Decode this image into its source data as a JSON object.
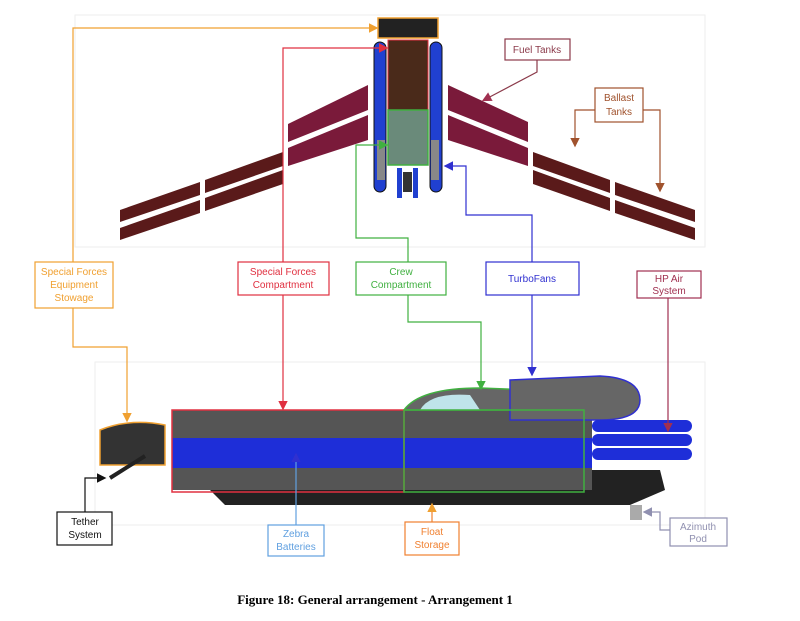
{
  "labels": {
    "fuel_tanks": {
      "lines": [
        "Fuel Tanks"
      ],
      "color": "#8b3a4a"
    },
    "ballast_tanks": {
      "lines": [
        "Ballast",
        "Tanks"
      ],
      "color": "#a0522d"
    },
    "sf_equipment_stowage": {
      "lines": [
        "Special Forces",
        "Equipment",
        "Stowage"
      ],
      "color": "#f0a030"
    },
    "sf_compartment": {
      "lines": [
        "Special Forces",
        "Compartment"
      ],
      "color": "#e03040"
    },
    "crew_compartment": {
      "lines": [
        "Crew",
        "Compartment"
      ],
      "color": "#40b040"
    },
    "turbofans": {
      "lines": [
        "TurboFans"
      ],
      "color": "#3030d0"
    },
    "hp_air_system": {
      "lines": [
        "HP Air",
        "System"
      ],
      "color": "#a03050"
    },
    "tether_system": {
      "lines": [
        "Tether",
        "System"
      ],
      "color": "#111111"
    },
    "zebra_batteries": {
      "lines": [
        "Zebra",
        "Batteries"
      ],
      "color": "#60a0e0"
    },
    "float_storage": {
      "lines": [
        "Float",
        "Storage"
      ],
      "color": "#f08030"
    },
    "azimuth_pod": {
      "lines": [
        "Azimuth",
        "Pod"
      ],
      "color": "#9090b0"
    }
  },
  "caption": "Figure 18: General arrangement - Arrangement 1"
}
